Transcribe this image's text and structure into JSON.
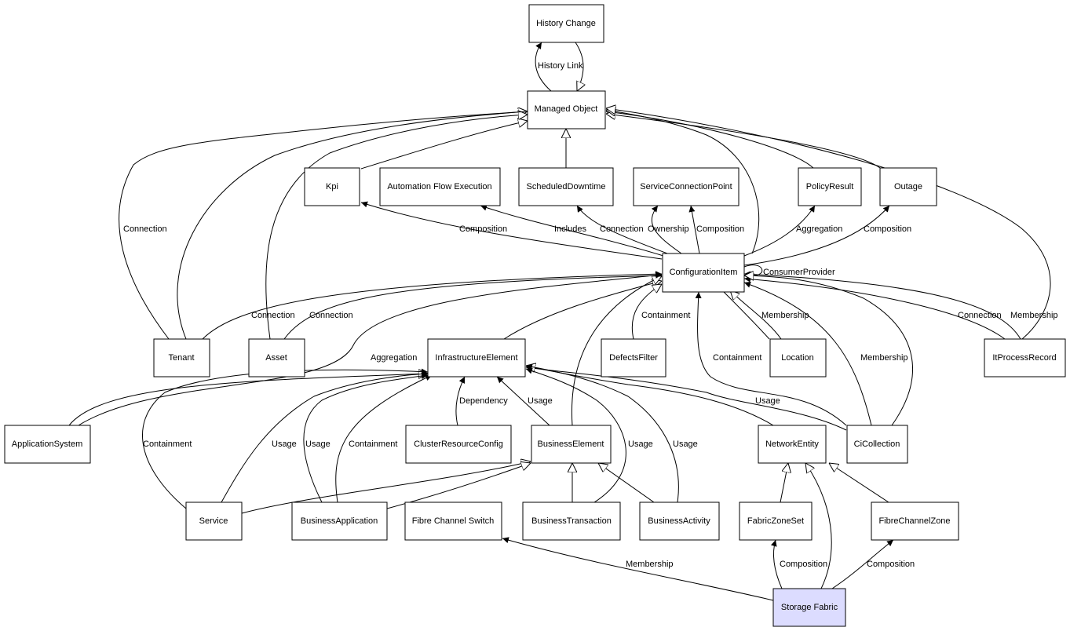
{
  "diagram": {
    "highlight_color": "#dcdcff",
    "nodes": [
      {
        "id": "history_change",
        "label": "History Change"
      },
      {
        "id": "managed_object",
        "label": "Managed Object"
      },
      {
        "id": "kpi",
        "label": "Kpi"
      },
      {
        "id": "automation_flow_execution",
        "label": "Automation Flow Execution"
      },
      {
        "id": "scheduled_downtime",
        "label": "ScheduledDowntime"
      },
      {
        "id": "service_connection_point",
        "label": "ServiceConnectionPoint"
      },
      {
        "id": "policy_result",
        "label": "PolicyResult"
      },
      {
        "id": "outage",
        "label": "Outage"
      },
      {
        "id": "configuration_item",
        "label": "ConfigurationItem"
      },
      {
        "id": "tenant",
        "label": "Tenant"
      },
      {
        "id": "asset",
        "label": "Asset"
      },
      {
        "id": "infrastructure_element",
        "label": "InfrastructureElement"
      },
      {
        "id": "defects_filter",
        "label": "DefectsFilter"
      },
      {
        "id": "location",
        "label": "Location"
      },
      {
        "id": "it_process_record",
        "label": "ItProcessRecord"
      },
      {
        "id": "application_system",
        "label": "ApplicationSystem"
      },
      {
        "id": "cluster_resource_config",
        "label": "ClusterResourceConfig"
      },
      {
        "id": "business_element",
        "label": "BusinessElement"
      },
      {
        "id": "network_entity",
        "label": "NetworkEntity"
      },
      {
        "id": "ci_collection",
        "label": "CiCollection"
      },
      {
        "id": "service",
        "label": "Service"
      },
      {
        "id": "business_application",
        "label": "BusinessApplication"
      },
      {
        "id": "fibre_channel_switch",
        "label": "Fibre Channel Switch"
      },
      {
        "id": "business_transaction",
        "label": "BusinessTransaction"
      },
      {
        "id": "business_activity",
        "label": "BusinessActivity"
      },
      {
        "id": "fabric_zone_set",
        "label": "FabricZoneSet"
      },
      {
        "id": "fibre_channel_zone",
        "label": "FibreChannelZone"
      },
      {
        "id": "storage_fabric",
        "label": "Storage Fabric",
        "highlighted": true
      }
    ],
    "edges": [
      {
        "id": "history_link",
        "label": "History Link"
      },
      {
        "id": "ci_kpi",
        "label": "Composition"
      },
      {
        "id": "ci_afe",
        "label": "Includes"
      },
      {
        "id": "ci_sd",
        "label": "Connection"
      },
      {
        "id": "ci_scp_own",
        "label": "Ownership"
      },
      {
        "id": "ci_scp_comp",
        "label": "Composition"
      },
      {
        "id": "ci_pr",
        "label": "Aggregation"
      },
      {
        "id": "ci_outage",
        "label": "Composition"
      },
      {
        "id": "ci_self",
        "label": "ConsumerProvider"
      },
      {
        "id": "tenant_mo",
        "label": "Connection"
      },
      {
        "id": "tenant_ci",
        "label": "Connection"
      },
      {
        "id": "asset_ci",
        "label": "Connection"
      },
      {
        "id": "df_ci",
        "label": "Containment"
      },
      {
        "id": "loc_ci",
        "label": "Membership"
      },
      {
        "id": "ipr_ci_conn",
        "label": "Connection"
      },
      {
        "id": "ipr_ci_memb",
        "label": "Membership"
      },
      {
        "id": "cic_ci_cont",
        "label": "Containment"
      },
      {
        "id": "cic_ci_memb",
        "label": "Membership"
      },
      {
        "id": "as_ci",
        "label": "Aggregation"
      },
      {
        "id": "crc_ie",
        "label": "Dependency"
      },
      {
        "id": "be_ie",
        "label": "Usage"
      },
      {
        "id": "cic_ie",
        "label": "Usage"
      },
      {
        "id": "svc_ie_cont",
        "label": "Containment"
      },
      {
        "id": "svc_ie_usage",
        "label": "Usage"
      },
      {
        "id": "ba_ie_usage",
        "label": "Usage"
      },
      {
        "id": "ba_ie_cont",
        "label": "Containment"
      },
      {
        "id": "bt_ie",
        "label": "Usage"
      },
      {
        "id": "bact_ie",
        "label": "Usage"
      },
      {
        "id": "sf_fcs",
        "label": "Membership"
      },
      {
        "id": "sf_fzs",
        "label": "Composition"
      },
      {
        "id": "sf_fcz",
        "label": "Composition"
      }
    ]
  }
}
